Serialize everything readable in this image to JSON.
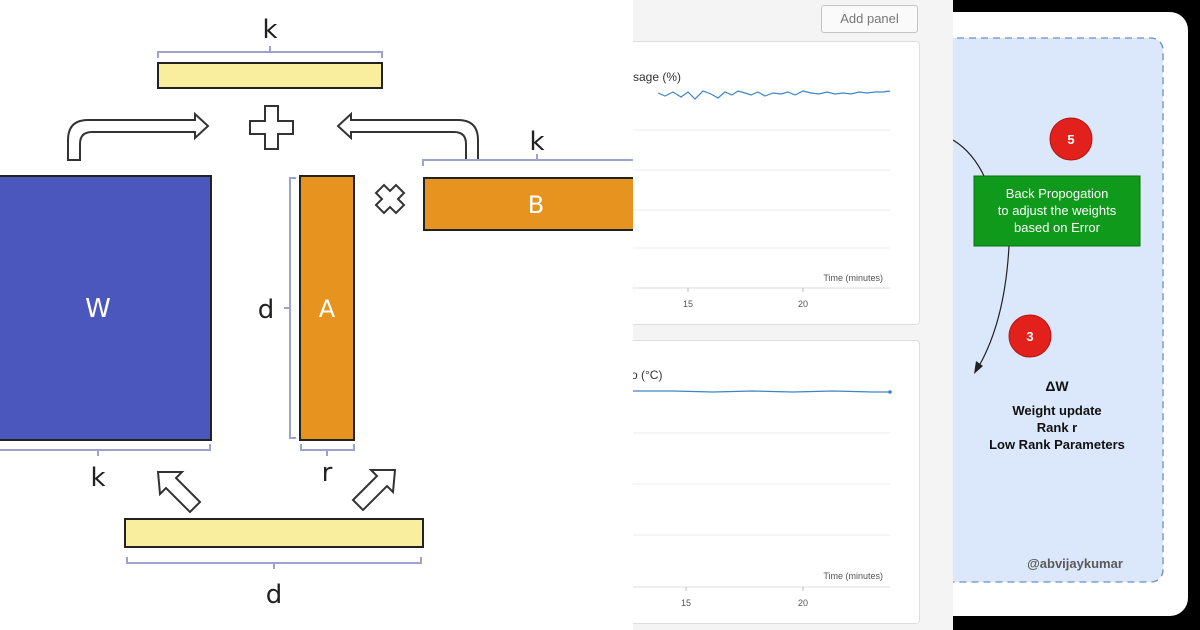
{
  "lora_diagram": {
    "top_bar_label": "k",
    "b_top_label": "k",
    "w_label": "W",
    "a_label": "A",
    "b_label": "B",
    "a_side_label": "d",
    "w_bottom_label": "k",
    "a_bottom_label": "r",
    "bottom_bar_label": "d",
    "colors": {
      "w_matrix": "#4c57bd",
      "a_b_matrix": "#e6941f",
      "sum_bar": "#f9ee9d",
      "bracket": "#9da3cc"
    }
  },
  "dashboard": {
    "add_panel_label": "Add panel",
    "charts": [
      {
        "title": "sage (%)",
        "xlabel": "Time (minutes)",
        "xticks": [
          "15",
          "20"
        ]
      },
      {
        "title": "o (°C)",
        "xlabel": "Time (minutes)",
        "xticks": [
          "15",
          "20"
        ]
      }
    ]
  },
  "flow": {
    "badge_5": "5",
    "badge_3": "3",
    "backprop_box": {
      "line1": "Back Propogation",
      "line2": "to adjust the weights",
      "line3": "based on Error"
    },
    "delta_w": {
      "line1": "ΔW",
      "line2": "Weight update",
      "line3": "Rank r",
      "line4": "Low Rank Parameters"
    },
    "credit": "@abvijaykumar",
    "colors": {
      "badge": "#e3211c",
      "box": "#0f9a1b",
      "panel_fill": "#dbe8fb",
      "panel_border": "#6c8ebf"
    }
  }
}
